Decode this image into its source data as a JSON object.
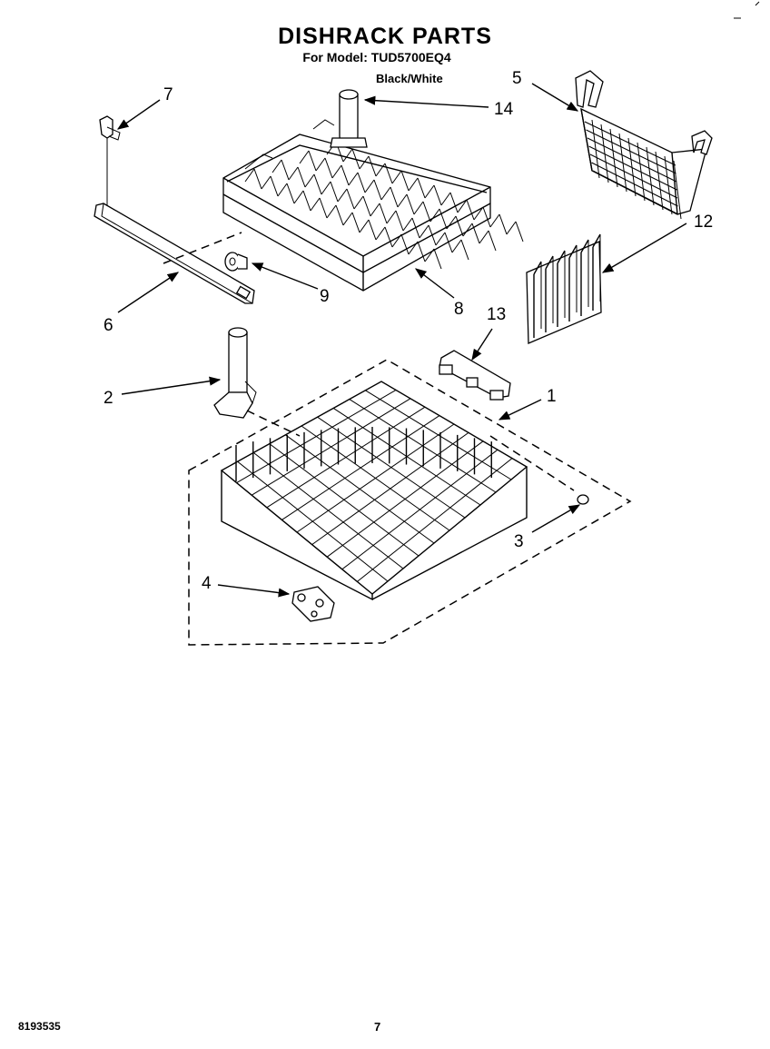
{
  "header": {
    "title": "DISHRACK PARTS",
    "model": "For Model: TUD5700EQ4",
    "color": "Black/White"
  },
  "callouts": [
    "7",
    "14",
    "5",
    "12",
    "9",
    "8",
    "6",
    "13",
    "1",
    "2",
    "3",
    "4"
  ],
  "footer": {
    "code": "8193535",
    "page": "7"
  }
}
